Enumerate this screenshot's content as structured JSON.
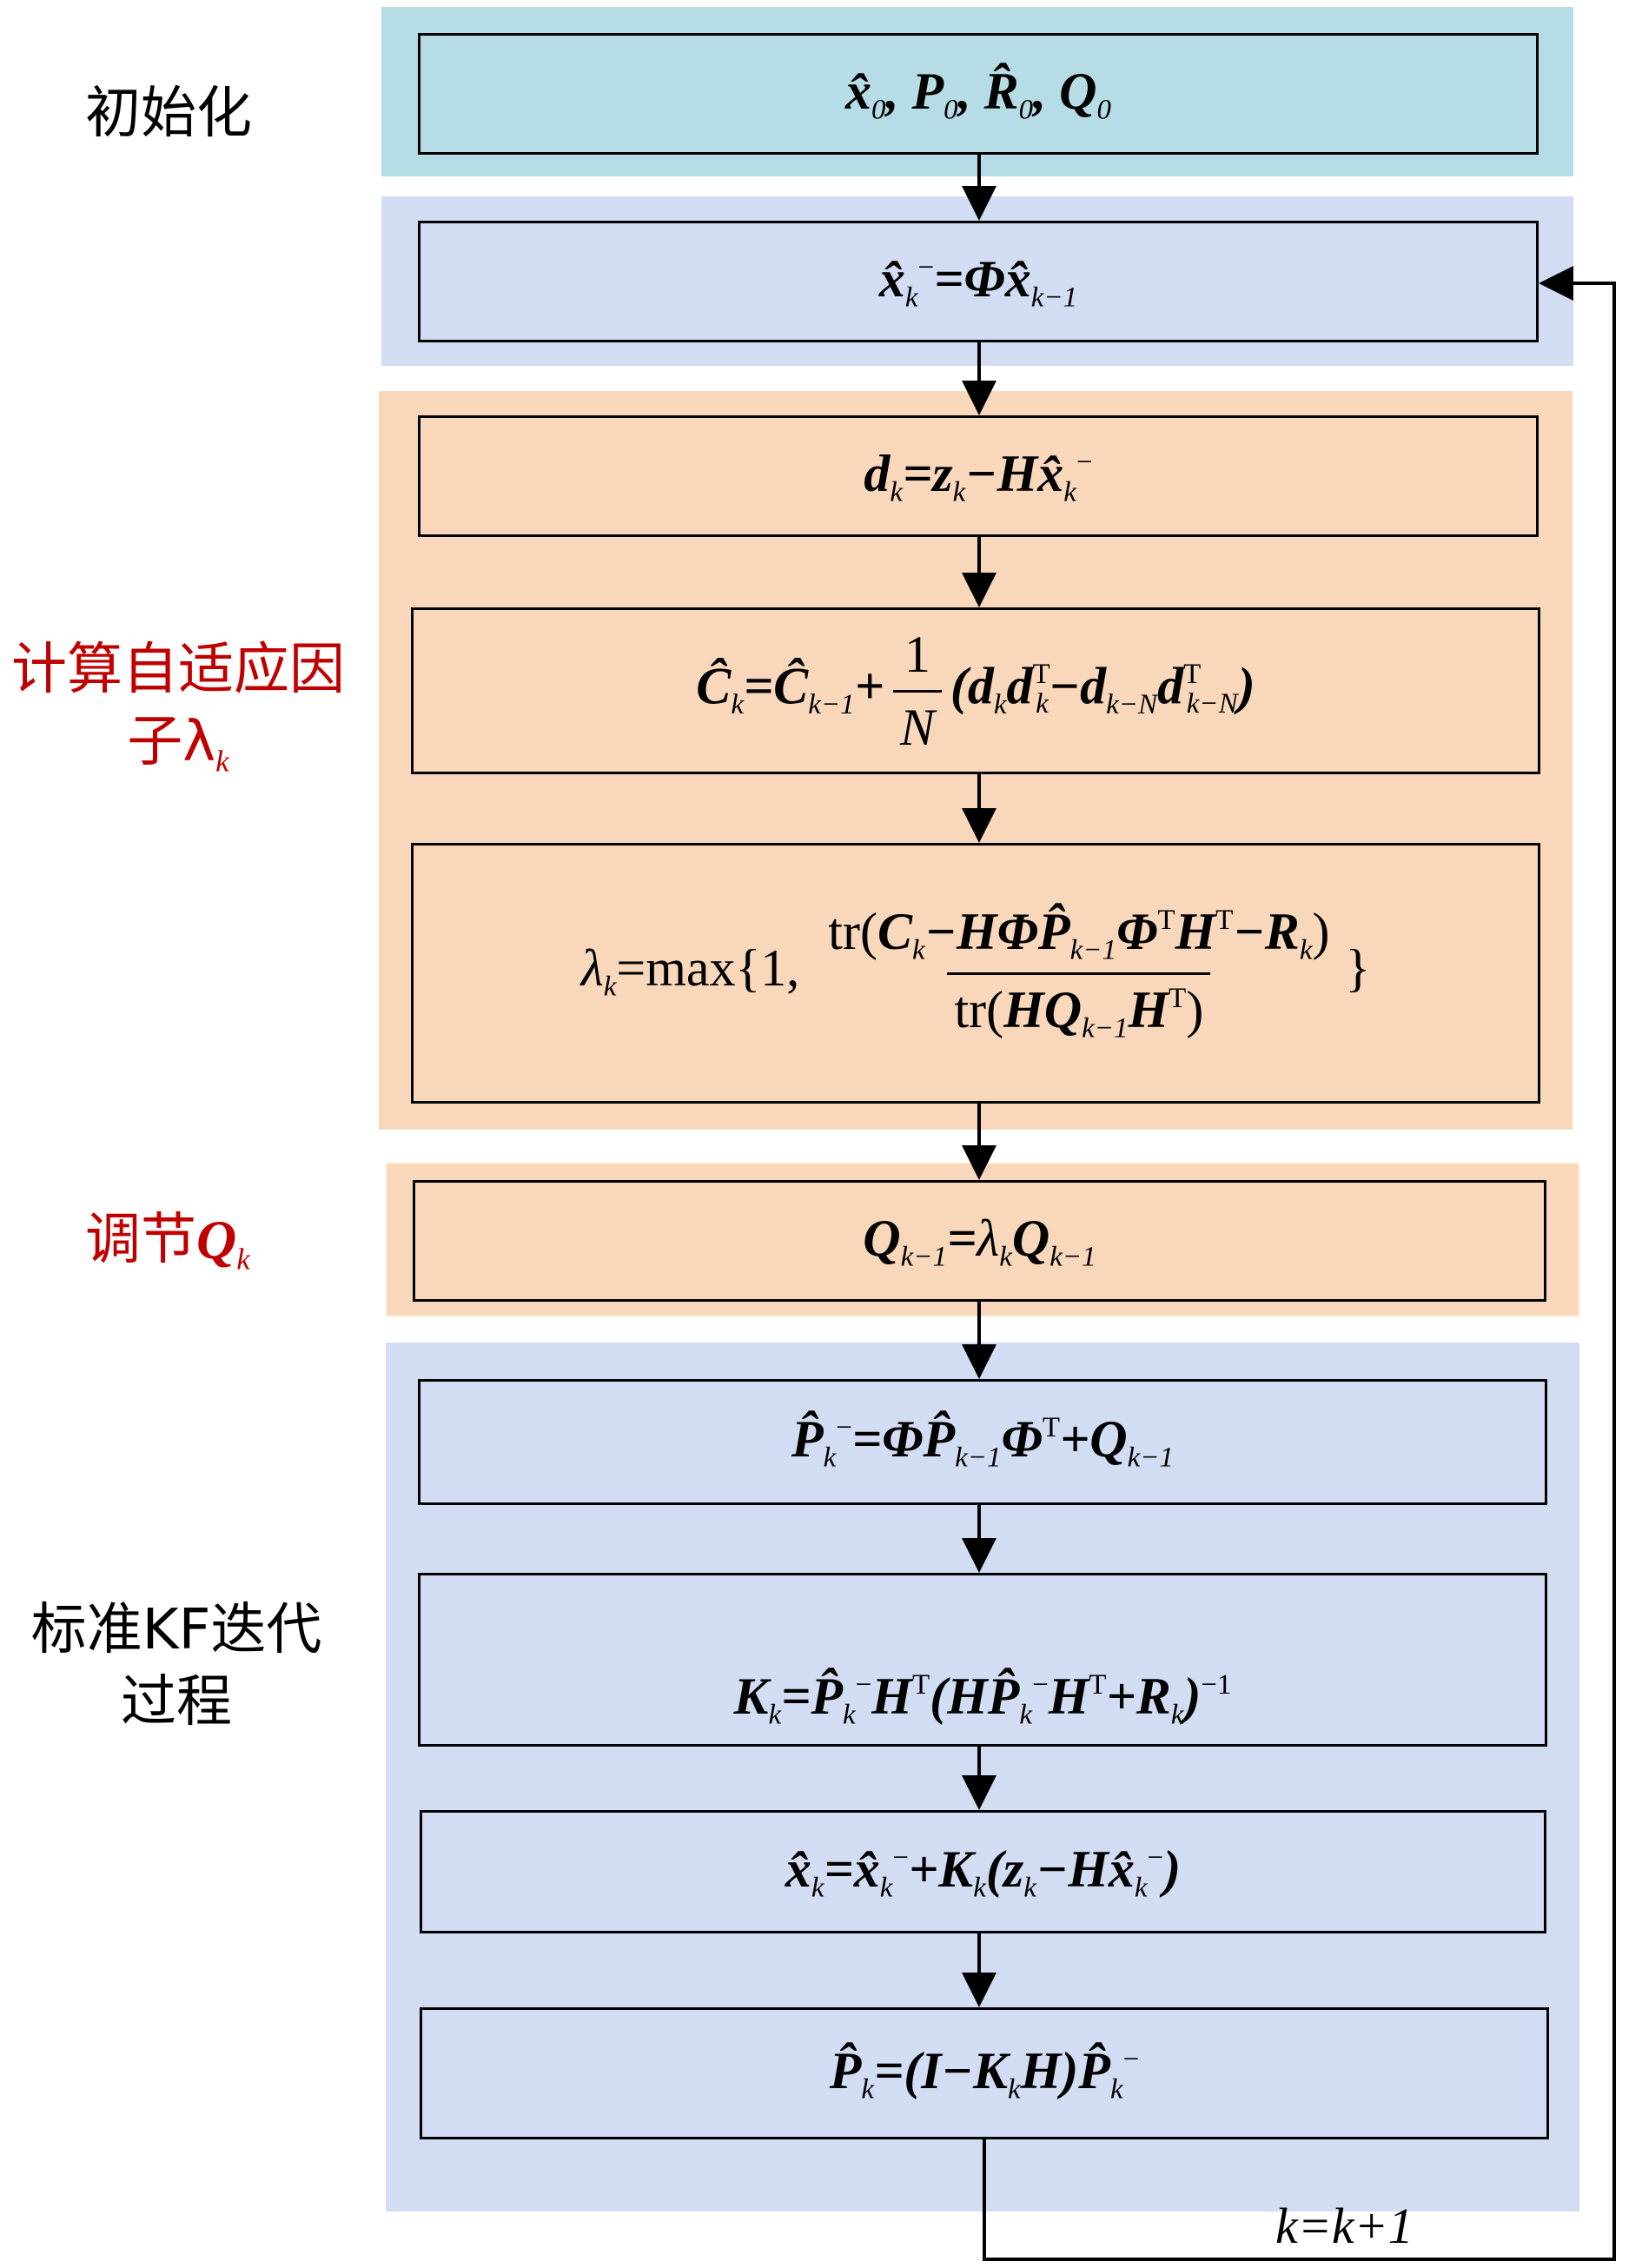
{
  "labels": {
    "init": "初始化",
    "adaptive_line1": "计算自适应因",
    "adaptive_line2": "子λ",
    "adaptive_sub": "k",
    "adjust": "调节",
    "adjust_Q": "Q",
    "adjust_sub": "k",
    "kf_line1": "标准KF迭代",
    "kf_line2": "过程"
  },
  "formulas": {
    "init": "x̂₀, P₀, R̂₀, Q₀",
    "predict_state": "x̂ₖ⁻ = Φ x̂ₖ₋₁",
    "innovation": "dₖ = zₖ − H x̂ₖ⁻",
    "innovation_cov": "Ĉₖ = Ĉₖ₋₁ + (1/N)(dₖdₖᵀ − dₖ₋N dₖ₋Nᵀ)",
    "lambda": "λₖ = max{1, tr(Cₖ − HΦP̂ₖ₋₁ΦᵀHᵀ − Rₖ) / tr(HQₖ₋₁Hᵀ)}",
    "adjust_q": "Qₖ₋₁ = λₖ Qₖ₋₁",
    "predict_cov": "P̂ₖ⁻ = Φ P̂ₖ₋₁ Φᵀ + Qₖ₋₁",
    "gain": "Kₖ = P̂ₖ⁻ Hᵀ (H P̂ₖ⁻ Hᵀ + Rₖ)⁻¹",
    "update_state": "x̂ₖ = x̂ₖ⁻ + Kₖ (zₖ − H x̂ₖ⁻)",
    "update_cov": "P̂ₖ = (I − Kₖ H) P̂ₖ⁻"
  },
  "loop_label": "k=k+1",
  "colors": {
    "init_band": "#b6dde6",
    "kf_band": "#d2dcf2",
    "adaptive_band": "#f8d7bb",
    "red_label": "#c00000"
  }
}
